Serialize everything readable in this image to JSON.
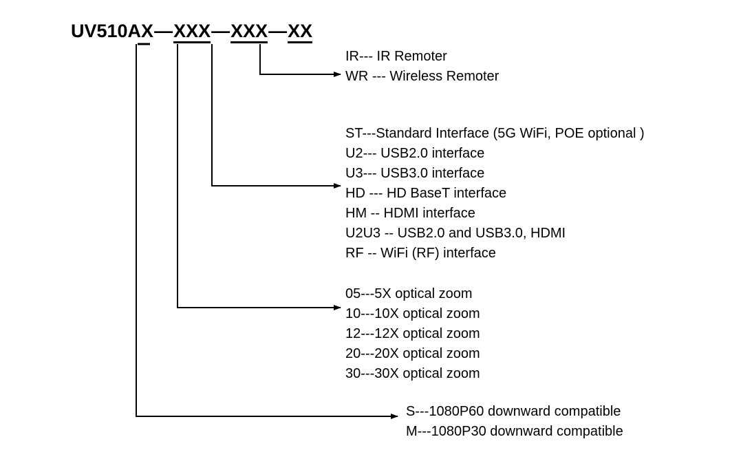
{
  "title": {
    "segments": [
      {
        "text": "UV510AX",
        "underlined": false,
        "name": "model-base"
      },
      {
        "text": "—",
        "dash": true
      },
      {
        "text": "XXX",
        "underlined": true,
        "name": "model-segment-zoom"
      },
      {
        "text": "—",
        "dash": true
      },
      {
        "text": "XXX",
        "underlined": true,
        "name": "model-segment-interface"
      },
      {
        "text": "—",
        "dash": true
      },
      {
        "text": "XX",
        "underlined": true,
        "name": "model-segment-remote"
      }
    ],
    "full_text": "UV510AX—XXX—XXX—XX"
  },
  "blocks": {
    "remote": {
      "name": "remote-options",
      "lines": [
        "IR--- IR Remoter",
        "WR --- Wireless Remoter"
      ]
    },
    "interface": {
      "name": "interface-options",
      "lines": [
        "ST---Standard Interface (5G WiFi, POE optional )",
        "U2--- USB2.0 interface",
        "U3--- USB3.0 interface",
        "HD --- HD BaseT interface",
        "HM -- HDMI interface",
        "U2U3 -- USB2.0 and USB3.0, HDMI",
        "RF -- WiFi (RF) interface"
      ]
    },
    "zoom": {
      "name": "optical-zoom-options",
      "lines": [
        "05---5X optical zoom",
        "10---10X optical zoom",
        "12---12X optical zoom",
        "20---20X optical zoom",
        "30---30X optical zoom"
      ]
    },
    "resolution": {
      "name": "resolution-options",
      "lines": [
        "S---1080P60 downward compatible",
        "M---1080P30 downward compatible"
      ]
    }
  },
  "colors": {
    "stroke": "#000000",
    "text": "#000000",
    "background": "#ffffff"
  }
}
